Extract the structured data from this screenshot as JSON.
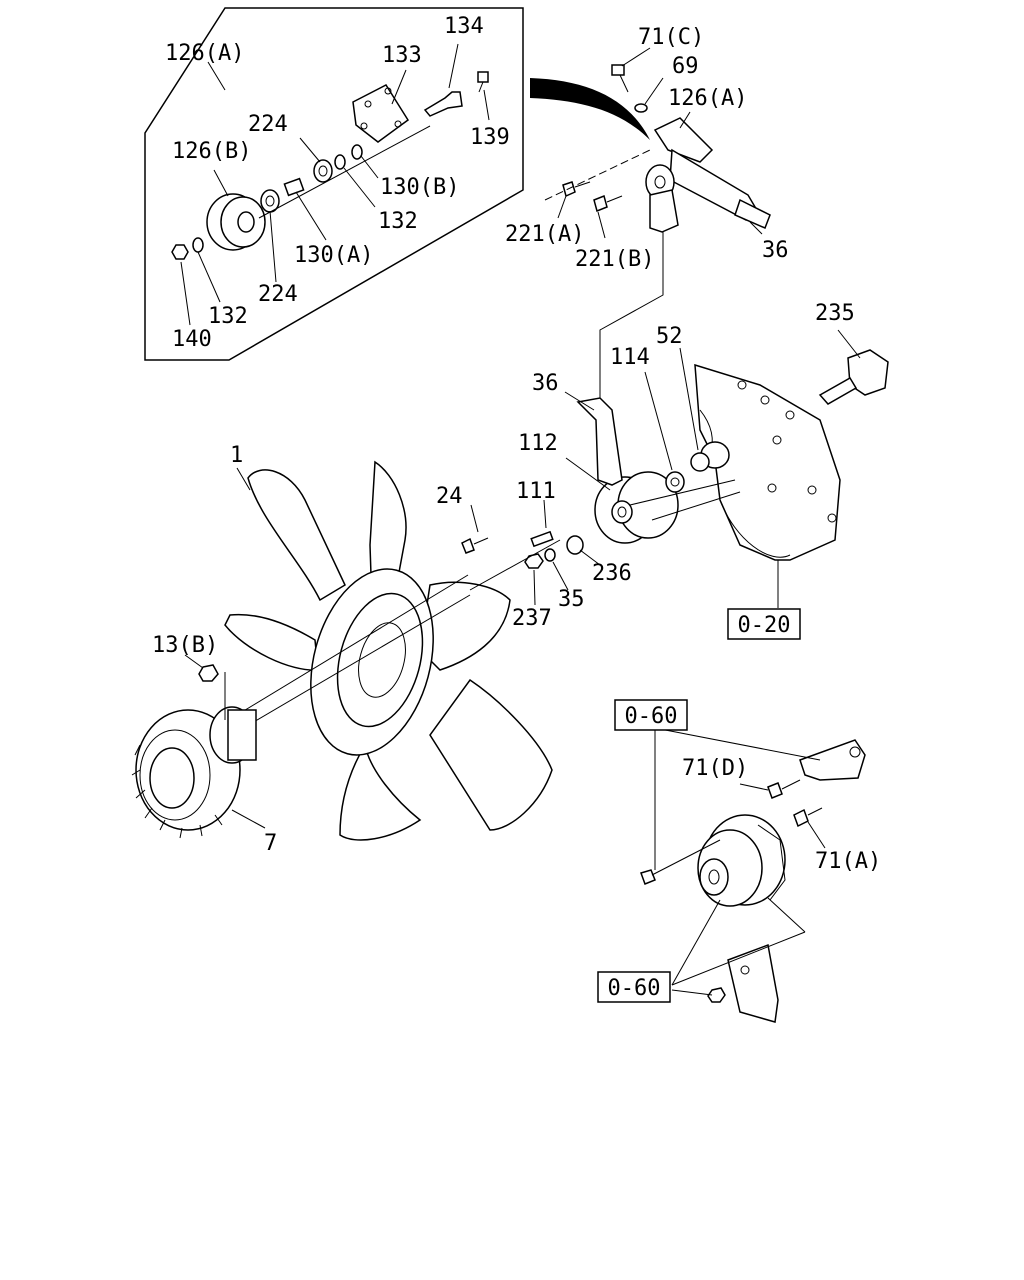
{
  "callouts": {
    "c126a_kit": "126(A)",
    "c134": "134",
    "c133": "133",
    "c224_top": "224",
    "c126b": "126(B)",
    "c139": "139",
    "c130b": "130(B)",
    "c132_mid": "132",
    "c130a": "130(A)",
    "c224_bot": "224",
    "c132_bot": "132",
    "c140": "140",
    "c71c": "71(C)",
    "c69": "69",
    "c126a_right": "126(A)",
    "c221a": "221(A)",
    "c221b": "221(B)",
    "c36_right": "36",
    "c235": "235",
    "c52": "52",
    "c114": "114",
    "c36_left": "36",
    "c112": "112",
    "c1": "1",
    "c24": "24",
    "c111": "111",
    "c236": "236",
    "c35": "35",
    "c237": "237",
    "c13b": "13(B)",
    "c7": "7",
    "c71d": "71(D)",
    "c71a": "71(A)"
  },
  "references": {
    "ref_020": "0-20",
    "ref_060_top": "0-60",
    "ref_060_bot": "0-60"
  },
  "colors": {
    "line": "#000000",
    "background": "#ffffff",
    "arrow": "#000000"
  }
}
